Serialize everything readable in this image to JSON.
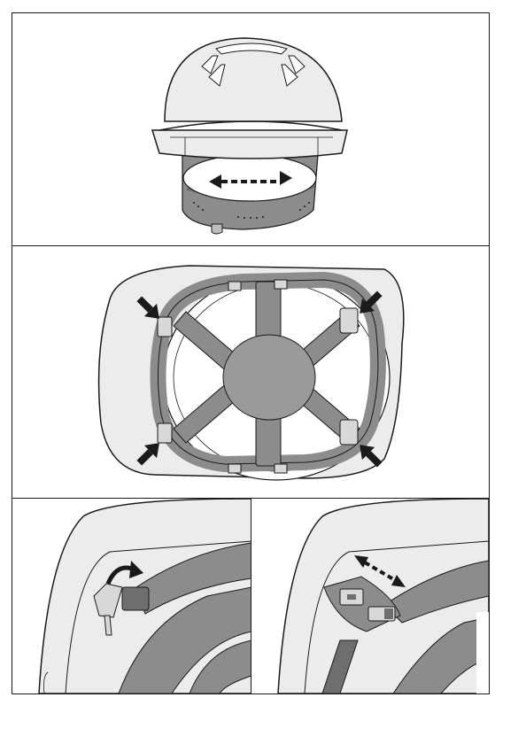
{
  "figure": {
    "panels": [
      {
        "id": "rear-view",
        "icon": "helmet-rear-view"
      },
      {
        "id": "underside-view",
        "icon": "helmet-underside-view"
      },
      {
        "id": "clip-detail",
        "icon": "clip-rotate-detail"
      },
      {
        "id": "slider-detail",
        "icon": "slider-adjust-detail"
      }
    ]
  },
  "colors": {
    "line": "#1a1a1a",
    "shell": "#ececec",
    "strap": "#8c8c8c",
    "strap_dark": "#6e6e6e",
    "crown": "#9a9a9a"
  }
}
